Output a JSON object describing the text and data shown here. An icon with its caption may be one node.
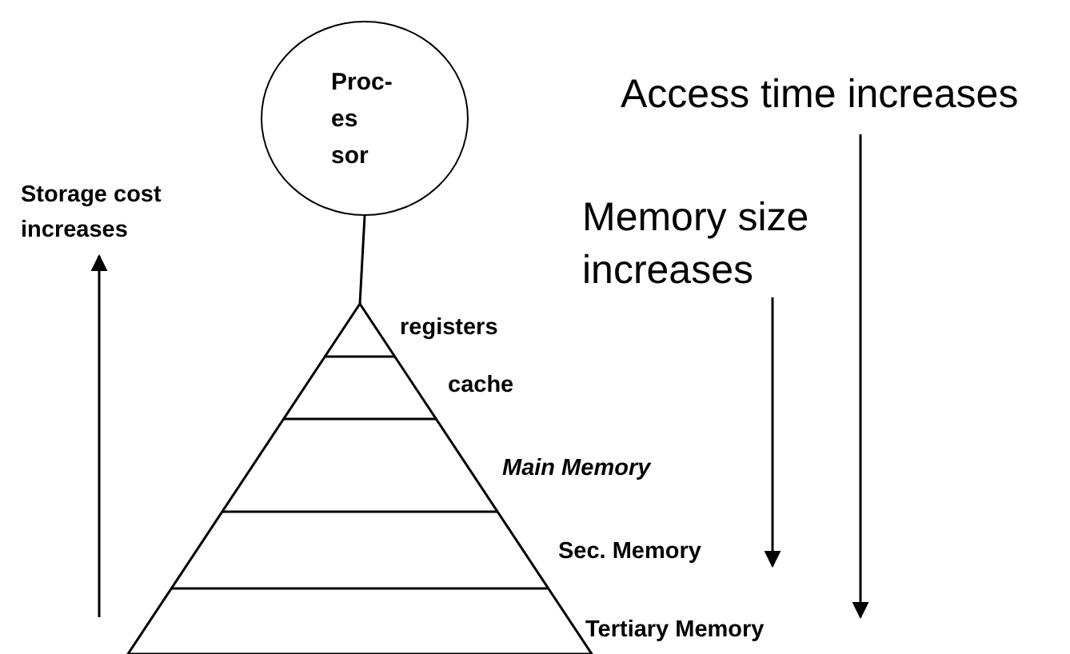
{
  "diagram": {
    "nodes": [
      {
        "text": [
          "Proc- es sor"
        ]
      },
      {
        "text": [],
        "shape": "triangle",
        "beside": [
          "registers",
          "cache",
          "Main Memory",
          "Sec. Memory",
          "Tertiary Memory"
        ]
      }
    ],
    "edges": [
      {
        "from": 0,
        "to": 1,
        "arrow": "none"
      }
    ],
    "labels": [
      "Access time increases",
      "Storage cost increases",
      "Memory size increases"
    ]
  }
}
